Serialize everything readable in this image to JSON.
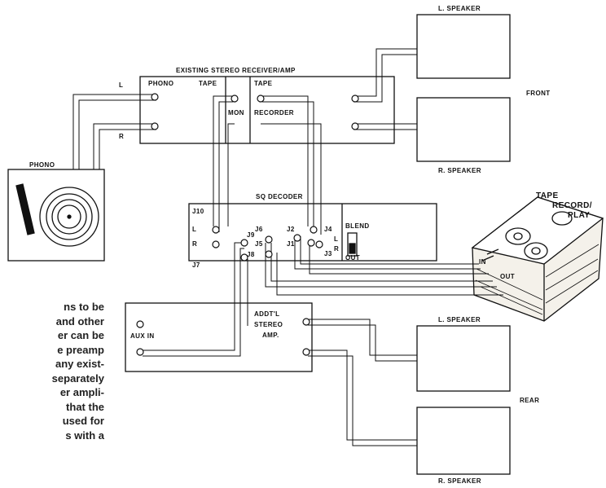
{
  "receiver": {
    "title": "EXISTING STEREO RECEIVER/AMP",
    "phono": "PHONO",
    "tape": "TAPE",
    "mon": "MON",
    "tape_rec": "TAPE",
    "recorder": "RECORDER"
  },
  "phono_deck": {
    "label": "PHONO",
    "left": "L",
    "right": "R"
  },
  "front": {
    "l_speaker": "L. SPEAKER",
    "r_speaker": "R. SPEAKER",
    "label": "FRONT"
  },
  "decoder": {
    "title": "SQ DECODER",
    "j10": "J10",
    "l": "L",
    "r": "R",
    "j7": "J7",
    "j9": "J9",
    "j8": "J8",
    "j6": "J6",
    "j5": "J5",
    "j2": "J2",
    "j1": "J1",
    "j4": "J4",
    "j3": "J3",
    "l_out": "L",
    "r_out": "R",
    "blend": "BLEND",
    "out": "OUT"
  },
  "tape_deck": {
    "line1": "TAPE",
    "line2": "RECORD/",
    "line3": "PLAY",
    "in": "IN",
    "out": "OUT"
  },
  "rear_amp": {
    "aux": "AUX IN",
    "line1": "ADDT'L",
    "line2": "STEREO",
    "line3": "AMP."
  },
  "rear": {
    "l_speaker": "L. SPEAKER",
    "r_speaker": "R. SPEAKER",
    "label": "REAR"
  },
  "paragraph": [
    "ns to be",
    "and other",
    "er can be",
    "e preamp",
    "any exist-",
    "separately",
    "er ampli-",
    "that the",
    "used for",
    "s with a"
  ]
}
